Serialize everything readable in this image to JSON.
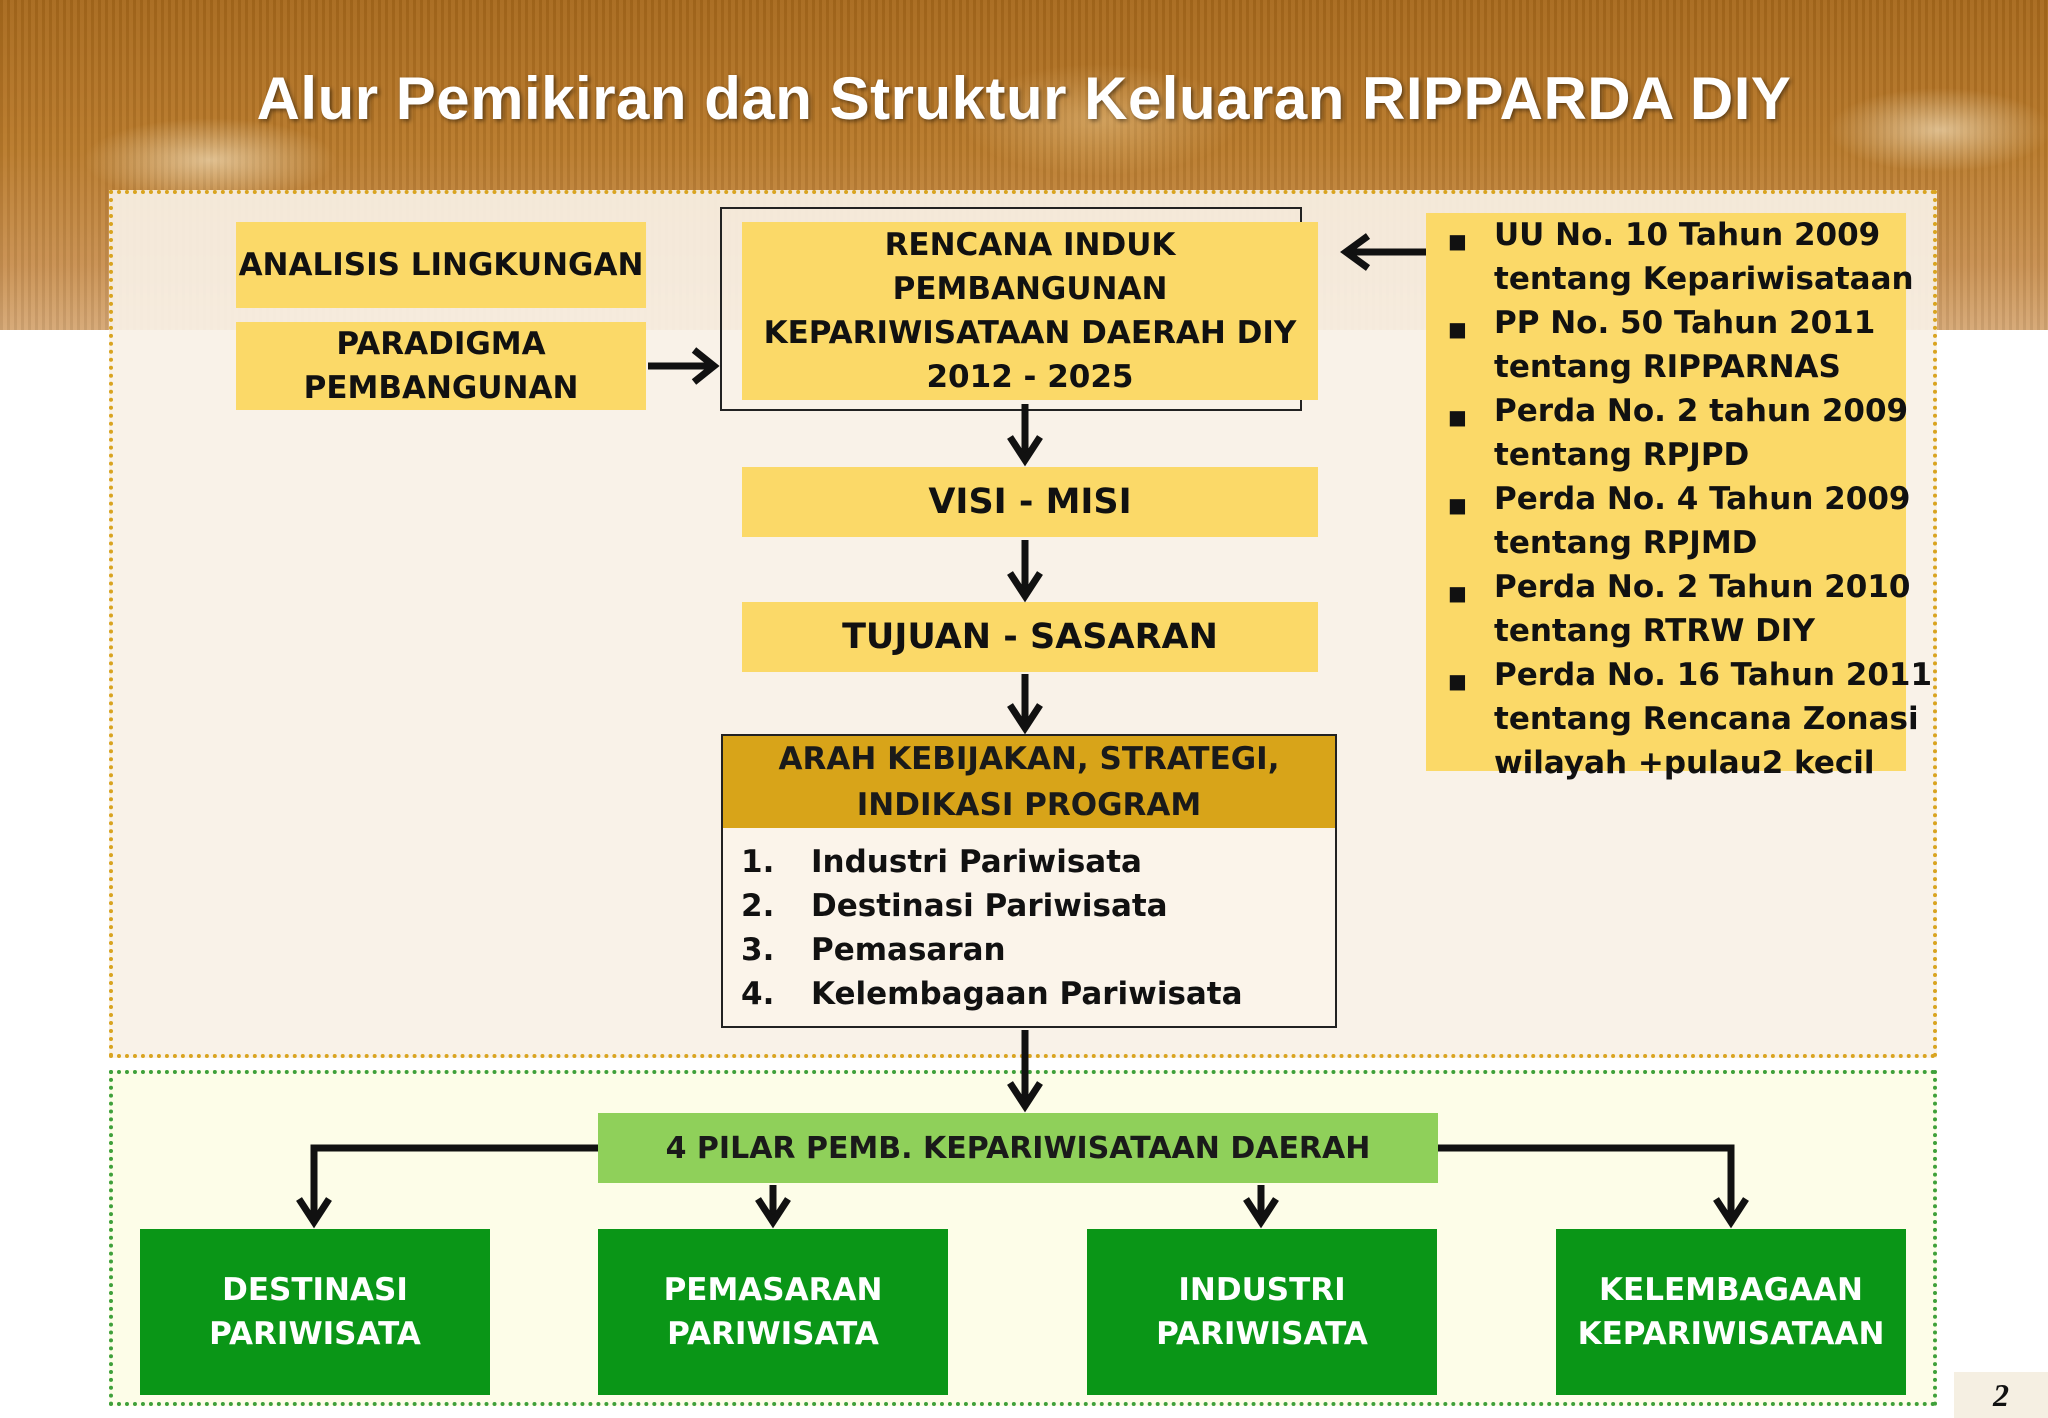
{
  "title": "Alur Pemikiran dan Struktur Keluaran RIPPARDA DIY",
  "inputs": {
    "analisis": "ANALISIS LINGKUNGAN",
    "paradigma_line1": "PARADIGMA",
    "paradigma_line2": "PEMBANGUNAN"
  },
  "ripparda": {
    "line1": "RENCANA INDUK PEMBANGUNAN",
    "line2": "KEPARIWISATAAN DAERAH DIY",
    "line3": "2012 - 2025"
  },
  "visi_misi": "VISI - MISI",
  "tujuan_sasaran": "TUJUAN - SASARAN",
  "arah": {
    "header_line1": "ARAH KEBIJAKAN, STRATEGI,",
    "header_line2": "INDIKASI PROGRAM",
    "items": [
      {
        "num": "1.",
        "label": "Industri Pariwisata"
      },
      {
        "num": "2.",
        "label": "Destinasi Pariwisata"
      },
      {
        "num": "3.",
        "label": "Pemasaran"
      },
      {
        "num": "4.",
        "label": "Kelembagaan Pariwisata"
      }
    ]
  },
  "laws": [
    {
      "line1": "UU  No. 10  Tahun 2009",
      "line2": "tentang Kepariwisataan"
    },
    {
      "line1": "PP No. 50 Tahun 2011",
      "line2": "tentang RIPPARNAS"
    },
    {
      "line1": "Perda No. 2 tahun 2009",
      "line2": "tentang RPJPD"
    },
    {
      "line1": "Perda No. 4 Tahun 2009",
      "line2": "tentang RPJMD"
    },
    {
      "line1": "Perda No. 2 Tahun 2010",
      "line2": "tentang  RTRW DIY"
    },
    {
      "line1": "Perda No. 16 Tahun 2011",
      "line2": "tentang Rencana Zonasi",
      "line3": "wilayah +pulau2 kecil"
    }
  ],
  "pillar_bar": "4 PILAR PEMB. KEPARIWISATAAN DAERAH",
  "pillars": [
    {
      "line1": "DESTINASI",
      "line2": "PARIWISATA"
    },
    {
      "line1": "PEMASARAN",
      "line2": "PARIWISATA"
    },
    {
      "line1": "INDUSTRI",
      "line2": "PARIWISATA"
    },
    {
      "line1": "KELEMBAGAAN",
      "line2": "KEPARIWISATAAN"
    }
  ],
  "bullet_glyph": "■",
  "page_number": "2",
  "colors": {
    "yellow_box": "#fbd968",
    "gold_header": "#d8a419",
    "pillar_green": "#0a9617",
    "pillar_bar_green": "#8fd05a"
  }
}
